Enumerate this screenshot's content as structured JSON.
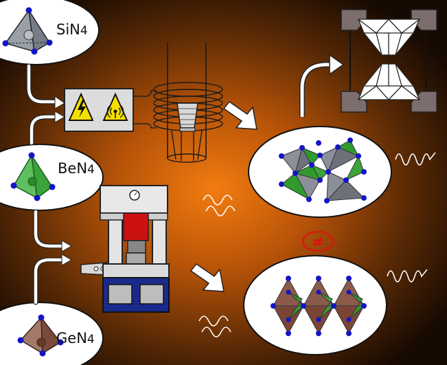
{
  "precursors": [
    {
      "formula": "SiN4",
      "symbol": "SiN",
      "subscript": "4",
      "color": "#8a8f99"
    },
    {
      "formula": "BeN4",
      "symbol": "BeN",
      "subscript": "4",
      "color": "#3aa43a"
    },
    {
      "formula": "GeN4",
      "symbol": "GeN",
      "subscript": "4",
      "color": "#7a4a3a"
    }
  ],
  "symbols": {
    "not_equal": "≠"
  },
  "colors": {
    "background_center": "#f07a10",
    "background_edge": "#160a02",
    "nitrogen": "#1414c8",
    "silicon": "#8a8f99",
    "beryllium": "#2f9b2f",
    "germanium": "#7a4535",
    "warning": "#f5e000",
    "press_red": "#cc1111",
    "press_blue": "#1a2a8c",
    "anvil": "#7d6e6e"
  },
  "icons": [
    "high-voltage-warning-icon",
    "radiation-warning-icon",
    "laser-heated-diamond-anvil-cell-icon",
    "induction-furnace-icon",
    "multi-anvil-press-icon",
    "squiggle-wave-icon"
  ]
}
